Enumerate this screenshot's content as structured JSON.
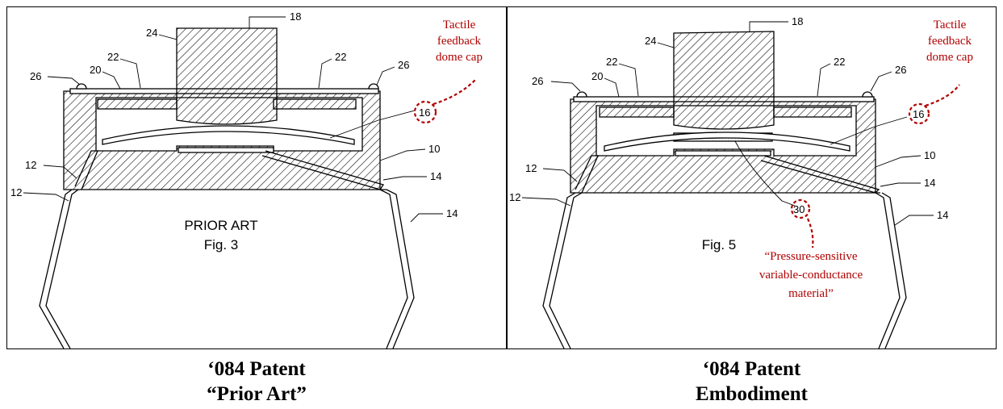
{
  "panels": [
    {
      "refs": {
        "n18": "18",
        "n24": "24",
        "n22a": "22",
        "n20": "20",
        "n26a": "26",
        "n22b": "22",
        "n26b": "26",
        "n16": "16",
        "n10": "10",
        "n12a": "12",
        "n12b": "12",
        "n14a": "14",
        "n14b": "14"
      },
      "fig_line1": "PRIOR ART",
      "fig_line2": "Fig. 3",
      "annotation": [
        "Tactile",
        "feedback",
        "dome cap"
      ],
      "caption": [
        "‘084 Patent",
        "“Prior Art”"
      ]
    },
    {
      "refs": {
        "n18": "18",
        "n24": "24",
        "n22a": "22",
        "n20": "20",
        "n26a": "26",
        "n22b": "22",
        "n26b": "26",
        "n16": "16",
        "n10": "10",
        "n12a": "12",
        "n12b": "12",
        "n14a": "14",
        "n14b": "14",
        "n30": "30"
      },
      "fig_line1": "Fig. 5",
      "annotation": [
        "Tactile",
        "feedback",
        "dome cap"
      ],
      "annotation2": [
        "“Pressure-sensitive",
        "variable-conductance",
        "material”"
      ],
      "caption": [
        "‘084 Patent",
        "Embodiment"
      ]
    }
  ],
  "colors": {
    "annotation": "#b00000",
    "line": "#000000"
  },
  "icons": {
    "hatch": "diagonal-hatch-pattern",
    "highlight": "dashed-red-circle"
  }
}
